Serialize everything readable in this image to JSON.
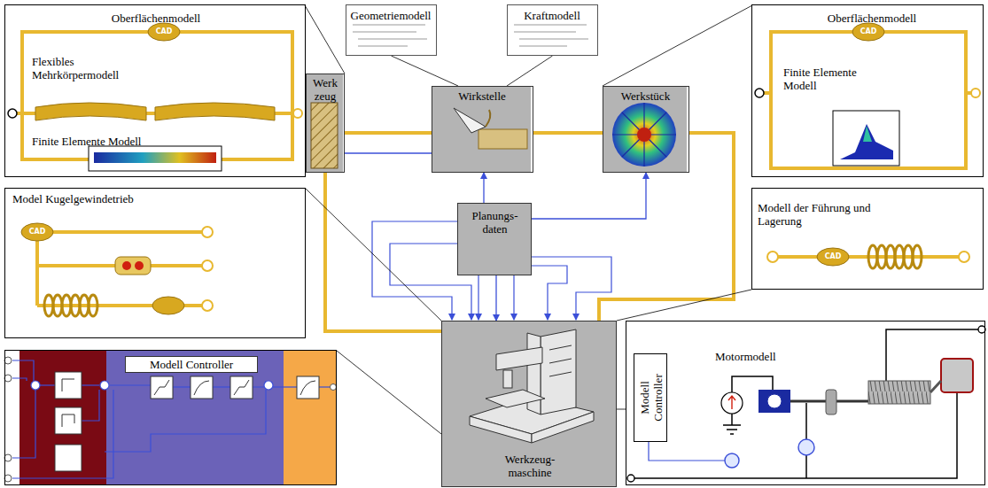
{
  "diagram": {
    "nodes": [
      {
        "text": [
          "Oberflächenmodell",
          "Flexibles Mehrkörpermodell",
          "Finite Elemente Modell"
        ]
      },
      {
        "text": [
          "Geometriemodell"
        ]
      },
      {
        "text": [
          "Kraftmodell"
        ]
      },
      {
        "text": [
          "Oberflächenmodell",
          "Finite Elemente Modell"
        ]
      },
      {
        "text": [
          "Werk zeug"
        ]
      },
      {
        "text": [
          "Wirkstelle"
        ]
      },
      {
        "text": [
          "Werkstück"
        ]
      },
      {
        "text": [
          "Model Kugelgewindetrieb"
        ]
      },
      {
        "text": [
          "Planungs- daten"
        ]
      },
      {
        "text": [
          "Modell der Führung und Lagerung"
        ]
      },
      {
        "text": [
          "Modell Controller"
        ]
      },
      {
        "text": [
          "Werkzeug- maschine"
        ]
      },
      {
        "text": [
          "Motormodell"
        ]
      },
      {
        "text": [
          "Modell Controller"
        ],
        "in": 12
      }
    ],
    "edges": [
      {
        "from": 4,
        "to": 5,
        "arrow": "none"
      },
      {
        "from": 5,
        "to": 6,
        "arrow": "none"
      },
      {
        "from": 4,
        "to": 11,
        "arrow": "none"
      },
      {
        "from": 6,
        "to": 11,
        "arrow": "none"
      },
      {
        "from": 4,
        "to": 5,
        "arrow": "none"
      },
      {
        "from": 8,
        "to": 5,
        "arrow": "to"
      },
      {
        "from": 8,
        "to": 6,
        "arrow": "to"
      },
      {
        "from": 8,
        "to": 11,
        "arrow": "to"
      },
      {
        "from": 0,
        "to": 4,
        "arrow": "none"
      },
      {
        "from": 1,
        "to": 5,
        "arrow": "none"
      },
      {
        "from": 2,
        "to": 5,
        "arrow": "none"
      },
      {
        "from": 3,
        "to": 6,
        "arrow": "none"
      },
      {
        "from": 7,
        "to": 11,
        "arrow": "none"
      },
      {
        "from": 9,
        "to": 11,
        "arrow": "none"
      },
      {
        "from": 10,
        "to": 11,
        "arrow": "none"
      },
      {
        "from": 12,
        "to": 11,
        "arrow": "none"
      }
    ],
    "labels": [
      "CAD",
      "CAD",
      "CAD",
      "CAD"
    ]
  }
}
